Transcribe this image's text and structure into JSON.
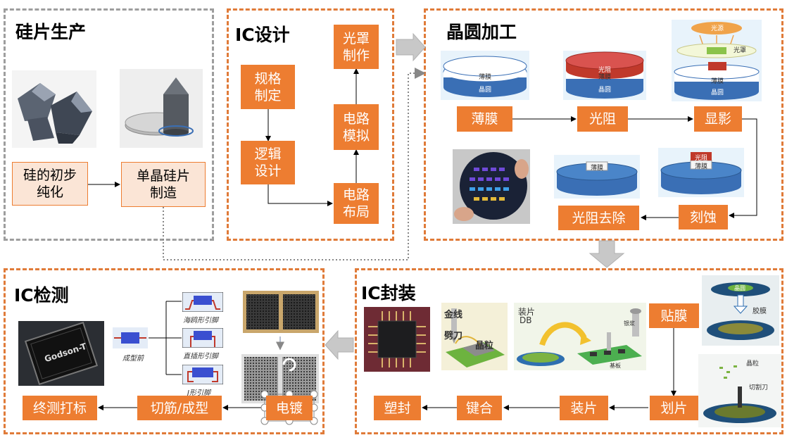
{
  "panels": {
    "silicon": {
      "title": "硅片生产",
      "steps": [
        "硅的初步\n纯化",
        "单晶硅片\n制造"
      ]
    },
    "design": {
      "title": "IC设计",
      "steps": [
        "规格\n制定",
        "逻辑\n设计",
        "电路\n布局",
        "电路\n模拟",
        "光罩\n制作"
      ]
    },
    "wafer": {
      "title": "晶圆加工",
      "steps": [
        "薄膜",
        "光阻",
        "显影",
        "刻蚀",
        "光阻去除"
      ],
      "image_labels": {
        "film": "薄膜",
        "wafer": "晶圆",
        "photoresist": "光阻",
        "light_source": "光源",
        "mask": "光罩"
      }
    },
    "packaging": {
      "title": "IC封装",
      "steps": [
        "贴膜",
        "划片",
        "装片",
        "键合",
        "塑封"
      ],
      "image_labels": {
        "gold_wire": "金线",
        "cutter": "劈刀",
        "die": "晶粒",
        "die_attach": "装片",
        "die_attach_abbr": "DB",
        "adhesive": "胶膜",
        "cutting_blade": "切割刀",
        "substrate": "基板",
        "glue": "银浆",
        "wafer_top": "晶圆"
      }
    },
    "testing": {
      "title": "IC检测",
      "steps": [
        "电镀",
        "切筋/成型",
        "终测打标"
      ],
      "lead_forms": {
        "before": "成型前",
        "gull_wing": "海鸥形引脚",
        "through_hole": "直插形引脚",
        "j_lead": "J形引脚"
      },
      "chip_brand": "Godson-T"
    }
  },
  "colors": {
    "accent": "#ed7d31",
    "accent_light": "#fbe5d6",
    "panel_gray": "#9e9e9e",
    "panel_orange": "#e07b39",
    "wafer_blue": "#3a6fb5",
    "resist_red": "#c0392b"
  }
}
